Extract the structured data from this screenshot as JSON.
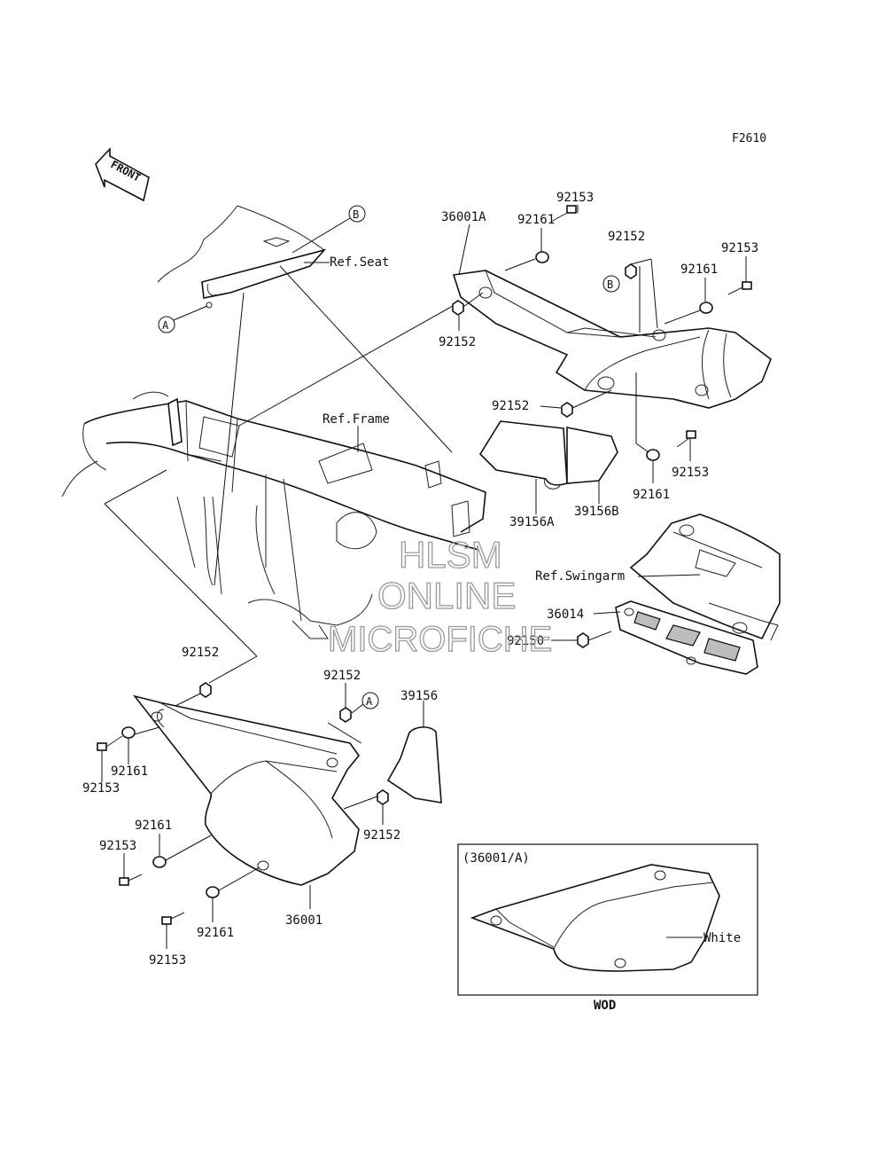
{
  "diagram_code": "F2610",
  "front_arrow_text": "FRONT",
  "refs": {
    "seat": "Ref.Seat",
    "frame": "Ref.Frame",
    "swingarm": "Ref.Swingarm"
  },
  "callouts": {
    "A": "A",
    "B": "B"
  },
  "part_labels": {
    "p_36001A": "36001A",
    "p_92161_a": "92161",
    "p_92153_a": "92153",
    "p_92152_a": "92152",
    "p_92153_b": "92153",
    "p_92161_b": "92161",
    "p_92152_b": "92152",
    "p_92152_c": "92152",
    "p_92161_c": "92161",
    "p_92153_c": "92153",
    "p_39156A": "39156A",
    "p_39156B": "39156B",
    "p_36014": "36014",
    "p_92150": "92150",
    "p_92152_d": "92152",
    "p_92152_e": "92152",
    "p_39156": "39156",
    "p_92161_d": "92161",
    "p_92153_d": "92153",
    "p_92161_e": "92161",
    "p_92153_e": "92153",
    "p_92152_f": "92152",
    "p_36001": "36001",
    "p_92161_f": "92161",
    "p_92153_f": "92153"
  },
  "inset": {
    "title": "(36001/A)",
    "color_note": "White",
    "variant": "WOD"
  },
  "watermark": {
    "line1": "HLSM",
    "line2": "ONLINE",
    "line3": "MICROFICHE"
  }
}
